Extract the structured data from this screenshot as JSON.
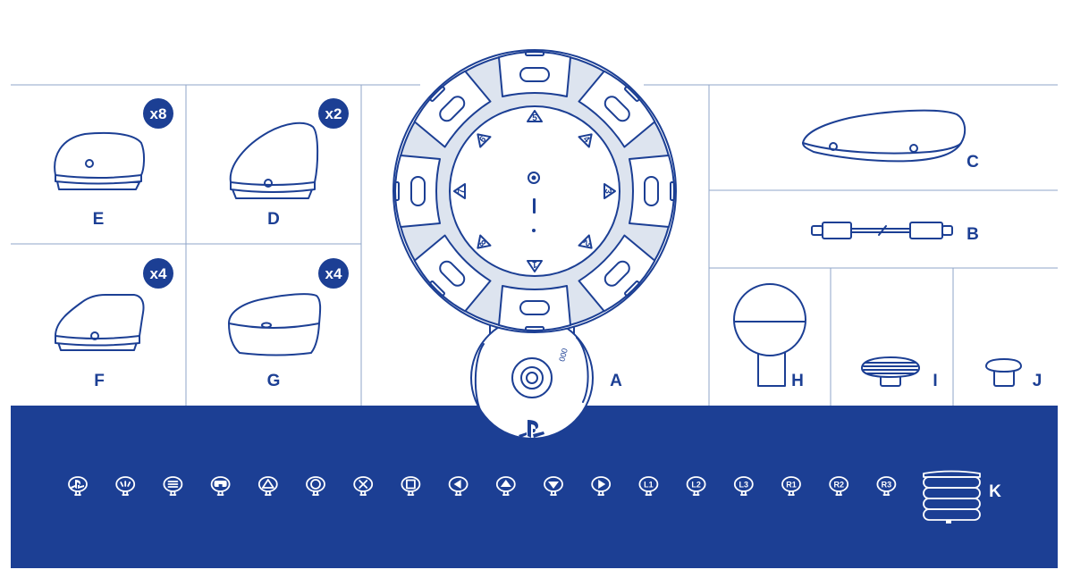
{
  "colors": {
    "brand_blue": "#1c3f94",
    "light_fill": "#dde4ef",
    "grid_line": "#8fa6c9"
  },
  "components": {
    "A": {
      "label": "A"
    },
    "B": {
      "label": "B"
    },
    "C": {
      "label": "C"
    },
    "D": {
      "label": "D",
      "quantity": "x2"
    },
    "E": {
      "label": "E",
      "quantity": "x8"
    },
    "F": {
      "label": "F",
      "quantity": "x4"
    },
    "G": {
      "label": "G",
      "quantity": "x4"
    },
    "H": {
      "label": "H"
    },
    "I": {
      "label": "I"
    },
    "J": {
      "label": "J"
    },
    "K": {
      "label": "K"
    }
  },
  "dial_numbers": [
    "1",
    "2",
    "3",
    "4",
    "5",
    "6",
    "7",
    "8"
  ],
  "dial_slider_mark": "000",
  "button_caps": [
    {
      "icon": "ps-logo-icon",
      "text": ""
    },
    {
      "icon": "create-icon",
      "text": ""
    },
    {
      "icon": "options-icon",
      "text": ""
    },
    {
      "icon": "touchpad-icon",
      "text": ""
    },
    {
      "icon": "triangle-icon",
      "text": ""
    },
    {
      "icon": "circle-icon",
      "text": ""
    },
    {
      "icon": "cross-icon",
      "text": ""
    },
    {
      "icon": "square-icon",
      "text": ""
    },
    {
      "icon": "left-arrow-icon",
      "text": ""
    },
    {
      "icon": "up-arrow-icon",
      "text": ""
    },
    {
      "icon": "down-arrow-icon",
      "text": ""
    },
    {
      "icon": "right-arrow-icon",
      "text": ""
    },
    {
      "icon": "l1-icon",
      "text": "L1"
    },
    {
      "icon": "l2-icon",
      "text": "L2"
    },
    {
      "icon": "l3-icon",
      "text": "L3"
    },
    {
      "icon": "r1-icon",
      "text": "R1"
    },
    {
      "icon": "r2-icon",
      "text": "R2"
    },
    {
      "icon": "r3-icon",
      "text": "R3"
    }
  ]
}
